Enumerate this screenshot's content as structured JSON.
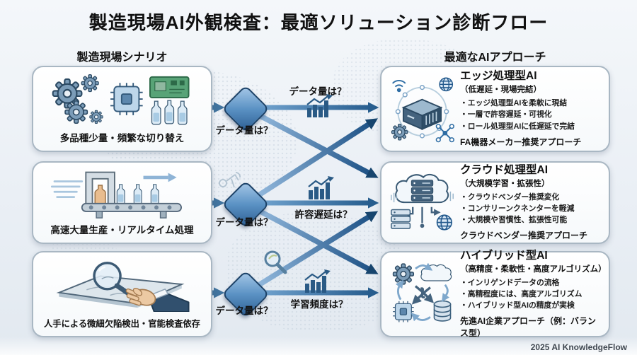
{
  "title": "製造現場AI外観検査：最適ソリューション診断フロー",
  "columns": {
    "left_header": "製造現場シナリオ",
    "right_header": "最適なAIアプローチ"
  },
  "scenarios": [
    {
      "caption": "多品種少量・頻繁な切り替え",
      "icons": [
        "gears-icon",
        "cpu-chip-icon",
        "circuit-board-icon",
        "bottles-icon"
      ]
    },
    {
      "caption": "高速大量生産・リアルタイム処理",
      "icons": [
        "speed-lines-icon",
        "conveyor-icon",
        "bottles-icon",
        "arrow-right-icon"
      ]
    },
    {
      "caption": "人手による微細欠陥検出・官能検査依存",
      "icons": [
        "metal-plate-icon",
        "magnifier-icon",
        "hand-icon"
      ]
    }
  ],
  "decisions": [
    {
      "label": "データ量は？"
    },
    {
      "label": "データ量は？"
    },
    {
      "label": "データ量は？"
    }
  ],
  "branch_questions": [
    {
      "label": "データ量は？",
      "icon": "bar-chart-up-icon"
    },
    {
      "label": "許容遅延は？",
      "icon": "bar-chart-up-icon"
    },
    {
      "label": "学習頻度は？",
      "icon": "bar-chart-up-icon"
    }
  ],
  "approaches": [
    {
      "title": "エッジ処理型AI",
      "subtitle": "（低遅延・現場完結）",
      "bullets": [
        "・エッジ処理型AIを柔軟に現結",
        "・一層で許容遅延・可視化",
        "・ロール処理型AIに低遅延で完結"
      ],
      "footer": "FA機器メーカー推奨アプローチ",
      "icons": [
        "edge-device-icon",
        "wifi-icon",
        "globe-icon",
        "gear-icon",
        "network-icon"
      ]
    },
    {
      "title": "クラウド処理型AI",
      "subtitle": "（大規模学習・拡張性）",
      "bullets": [
        "・クラウドベンダー推奨変化",
        "・コンサリーンクネンターを軽減",
        "・大規模や習慣性、拡張性可能"
      ],
      "footer": "クラウドベンダー推奨アプローチ",
      "icons": [
        "cloud-server-icon",
        "server-stack-icon",
        "globe-icon"
      ]
    },
    {
      "title": "ハイブリッド型AI",
      "subtitle": "（高精度・柔軟性・高度アルゴリズム）",
      "bullets": [
        "・インリゲンドデータの流格",
        "・高精程度には、高度アルゴリズム",
        "・ハイブリッド型AIの精度が実検"
      ],
      "footer": "先進AI企業アプローチ（例：バランス型）",
      "icons": [
        "gear-icon",
        "cloud-icon",
        "cpu-chip-icon",
        "database-icon",
        "cycle-arrows-icon"
      ]
    }
  ],
  "credit": "2025 AI KnowledgeFlow",
  "colors": {
    "background": "#edf1f6",
    "box_border": "#a9b7c3",
    "diamond_dark": "#1c4268",
    "diamond_light": "#a6c8e8",
    "arrow_light": "#93b9dd",
    "arrow_mid": "#275d8e",
    "arrow_dark": "#17456e",
    "pcb_green": "#58a377",
    "text": "#111111"
  }
}
